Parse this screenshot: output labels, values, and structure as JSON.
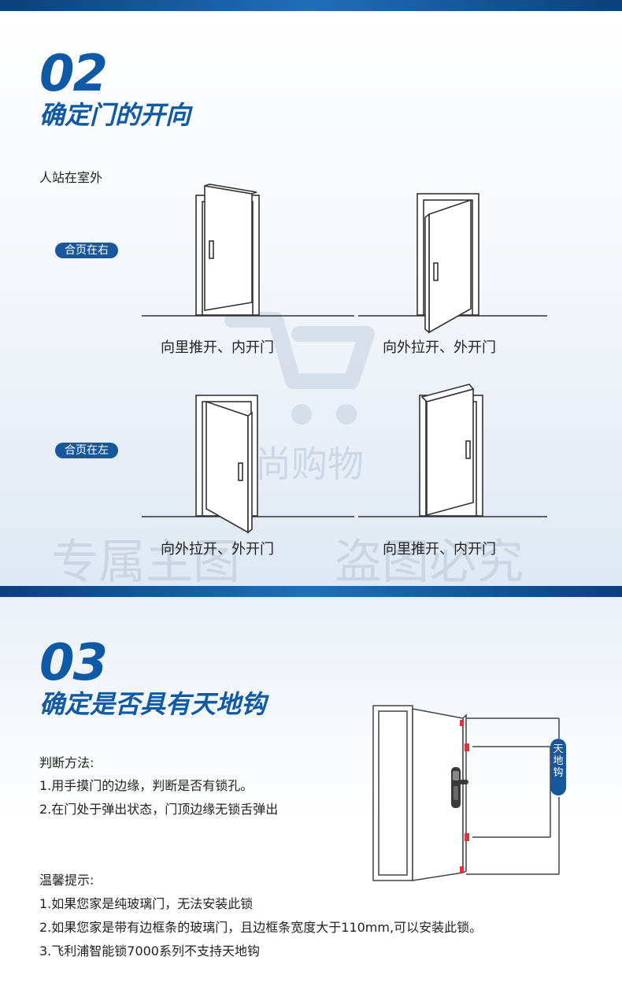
{
  "section1": {
    "number": "02",
    "title": "确定门的开向",
    "standing_note": "人站在室外",
    "hinge_right_label": "合页在右",
    "hinge_left_label": "合页在左",
    "captions": {
      "row1_left": "向里推开、内开门",
      "row1_right": "向外拉开、外开门",
      "row2_left": "向外拉开、外开门",
      "row2_right": "向里推开、内开门"
    }
  },
  "watermark": {
    "brand": "三尚购物",
    "left": "专属主图",
    "right": "盗图必究"
  },
  "section2": {
    "number": "03",
    "title": "确定是否具有天地钩",
    "method_heading": "判断方法:",
    "method_items": [
      "1.用手摸门的边缘，判断是否有锁孔。",
      "2.在门处于弹出状态，门顶边缘无锁舌弹出"
    ],
    "tips_heading": "温馨提示:",
    "tips_items": [
      "1.如果您家是纯玻璃门，无法安装此锁",
      "2.如果您家是带有边框条的玻璃门，且边框条宽度大于110mm,可以安装此锁。",
      "3.飞利浦智能锁7000系列不支持天地钩"
    ],
    "badge_chars": [
      "天",
      "地",
      "钩"
    ]
  },
  "colors": {
    "accent": "#0f5aa6",
    "pill": "#17589c",
    "bar": "#0d3f7a",
    "watermark": "#c3cfdf",
    "hook_red": "#d9383a"
  }
}
